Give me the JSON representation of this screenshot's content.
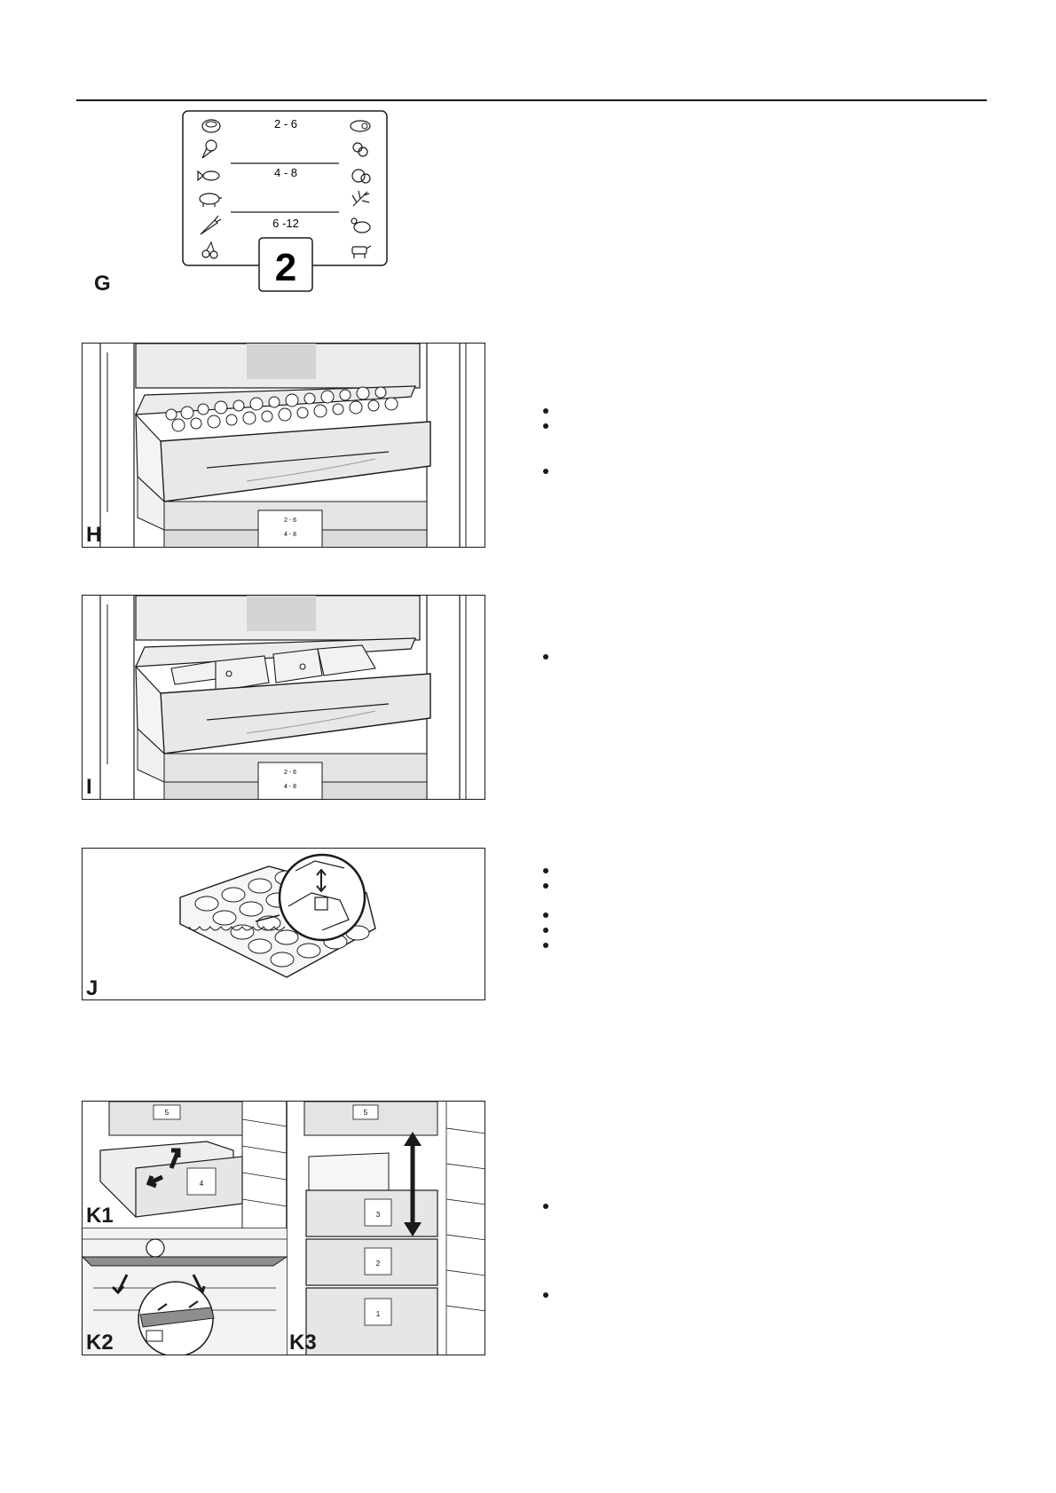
{
  "figures": {
    "g": {
      "label": "G",
      "ranges": [
        "2 - 6",
        "4 - 8",
        "6 -12"
      ],
      "setting": "2",
      "icons_left": [
        "pie-icon",
        "ice-cream-icon",
        "fish-icon",
        "pig-icon",
        "carrot-icon",
        "cherries-icon"
      ],
      "icons_right": [
        "sausage-icon",
        "pretzel-icon",
        "mushroom-icon",
        "herbs-icon",
        "chicken-icon",
        "cow-icon"
      ]
    },
    "h": {
      "label": "H",
      "mini_ranges": [
        "2 - 6",
        "4 - 8"
      ]
    },
    "i": {
      "label": "I",
      "mini_ranges": [
        "2 - 6",
        "4 - 8"
      ]
    },
    "j": {
      "label": "J"
    },
    "k1": {
      "label": "K1",
      "drawer_number": "4",
      "upper_drawer_number": "5"
    },
    "k2": {
      "label": "K2"
    },
    "k3": {
      "label": "K3",
      "drawer_numbers": [
        "5",
        "3",
        "2",
        "1"
      ]
    }
  },
  "bullet_groups": {
    "h": 3,
    "i": 1,
    "j": 5,
    "k": 2
  }
}
